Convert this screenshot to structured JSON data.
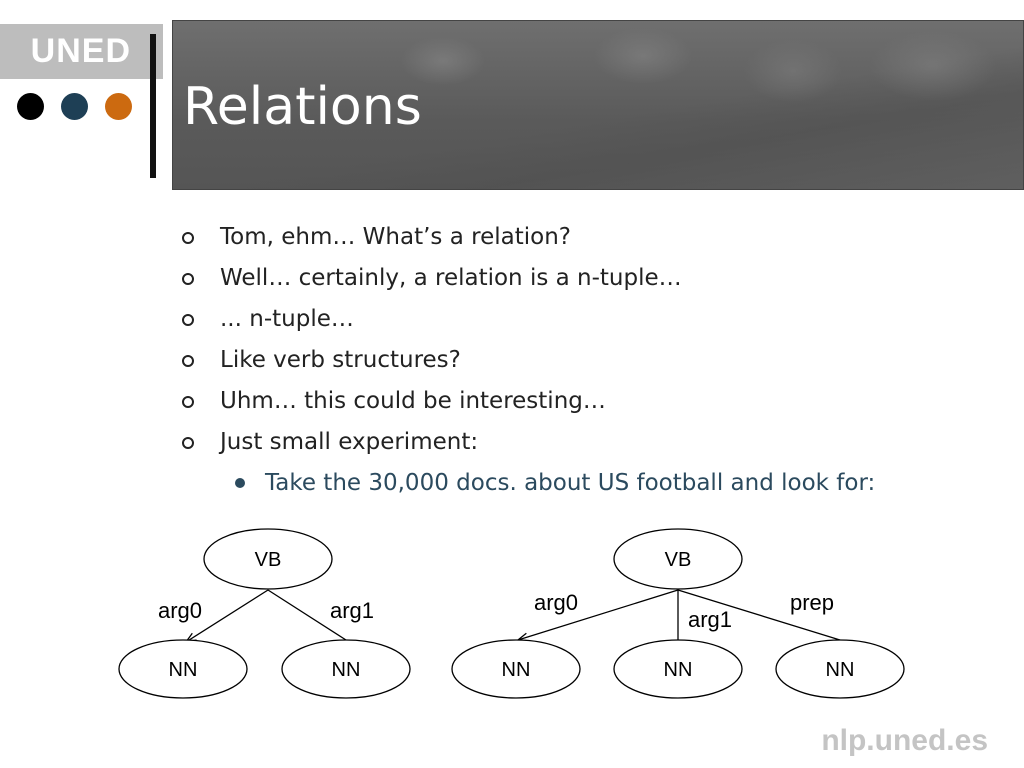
{
  "header": {
    "logo_text": "UNED",
    "title": "Relations",
    "dots": [
      "#000000",
      "#1e3f55",
      "#cc6a10"
    ]
  },
  "bullets": [
    "Tom, ehm… What’s a relation?",
    "Well… certainly, a relation is a n-tuple…",
    "... n-tuple…",
    "Like verb structures?",
    "Uhm… this could be interesting…",
    "Just small experiment:"
  ],
  "sub_bullet": "Take the 30,000 docs. about US football and look for:",
  "diagram_left": {
    "root": "VB",
    "children": [
      "NN",
      "NN"
    ],
    "edges": [
      "arg0",
      "arg1"
    ]
  },
  "diagram_right": {
    "root": "VB",
    "children": [
      "NN",
      "NN",
      "NN"
    ],
    "edges": [
      "arg0",
      "arg1",
      "prep"
    ]
  },
  "footer": "nlp.uned.es"
}
